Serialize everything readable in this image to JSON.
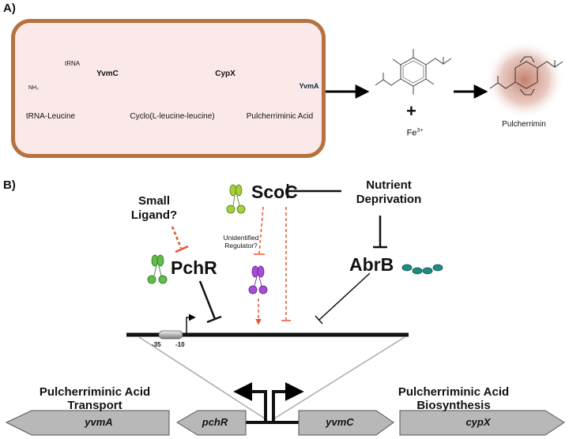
{
  "panel_a": {
    "letter": "A)",
    "substrate": "tRNA-Leucine",
    "substrate_group": "tRNA",
    "substrate_nh2": "NH₂",
    "enzyme1": "YvmC",
    "intermediate": "Cyclo(L-leucine-leucine)",
    "enzyme2": "CypX",
    "product": "Pulcherriminic Acid",
    "transporter": "YvmA",
    "plus": "+",
    "iron": "Fe",
    "iron_charge": "3+",
    "complex": "Pulcherrimin"
  },
  "panel_b": {
    "letter": "B)",
    "small_ligand": "Small Ligand?",
    "scoc": "ScoC",
    "nutrient": "Nutrient Deprivation",
    "unidentified": "Unidentified Regulator?",
    "pchr": "PchR",
    "abrb": "AbrB",
    "minus35": "-35",
    "minus10": "-10",
    "transport_label": "Pulcherriminic Acid Transport",
    "biosynthesis_label": "Pulcherriminic Acid Biosynthesis",
    "genes": [
      "yvmA",
      "pchR",
      "yvmC",
      "cypX"
    ]
  },
  "colors": {
    "cell_fill": "#fbe9ea",
    "cell_border": "#b5723e",
    "transporter": "#5a9fd4",
    "green_protein": "#5fbf4a",
    "lime_protein": "#a6d13a",
    "purple_protein": "#a64fd6",
    "teal_protein": "#1f8a84",
    "dashed_red": "#e8542c",
    "gene_arrow": "#b8b8b8",
    "pulcherrimin_glow": "#c98a7a"
  }
}
